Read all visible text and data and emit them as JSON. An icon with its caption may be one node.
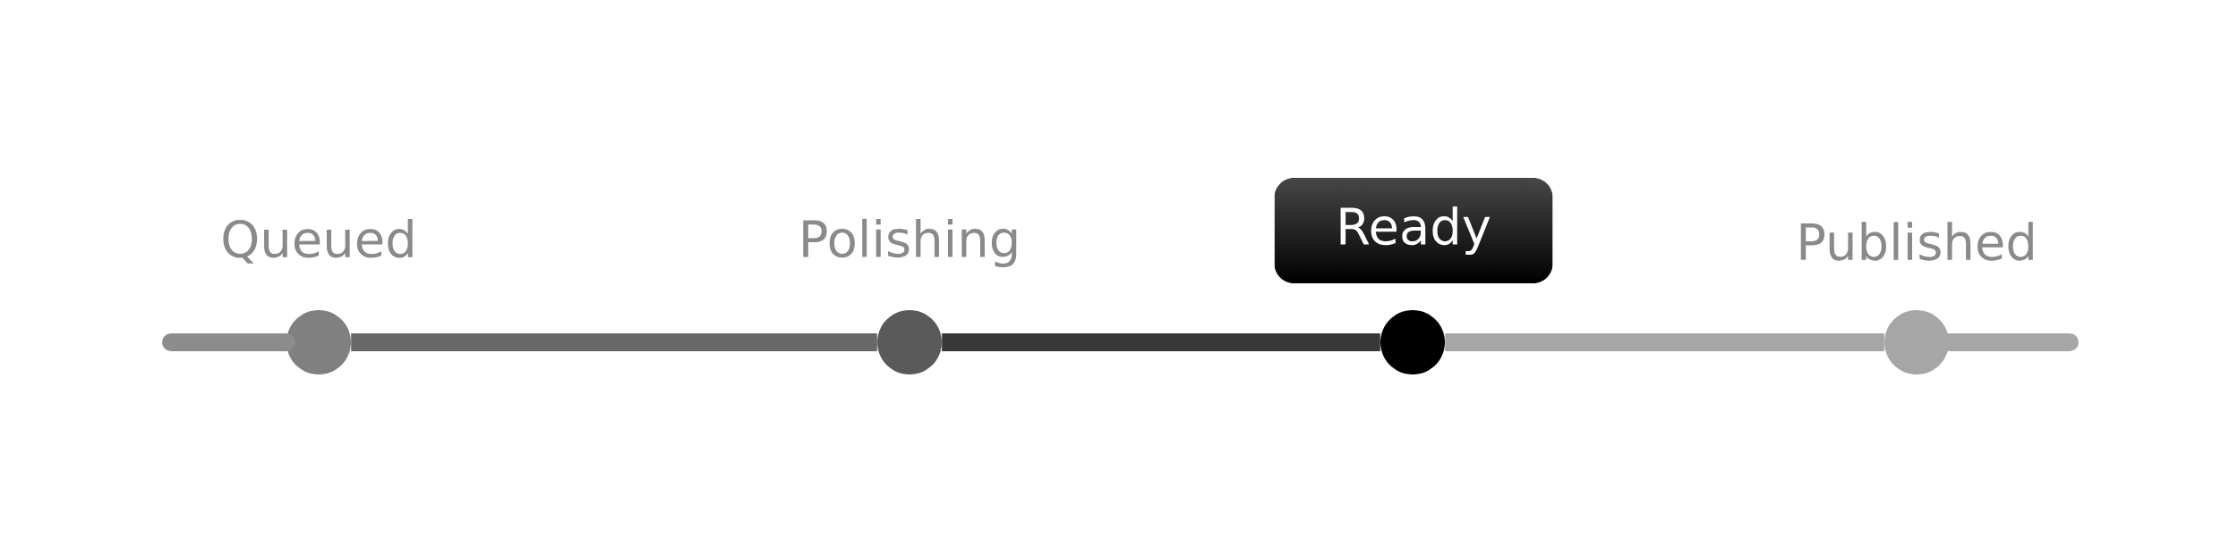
{
  "diagram": {
    "nodes": [
      {
        "text": [
          "Queued"
        ]
      },
      {
        "text": [
          "Polishing"
        ]
      },
      {
        "text": [
          "Ready"
        ]
      },
      {
        "text": [
          "Published"
        ]
      },
      {
        "text": [],
        "shape": "circle"
      },
      {
        "text": [],
        "shape": "circle"
      },
      {
        "text": [],
        "shape": "circle"
      },
      {
        "text": [],
        "shape": "circle"
      }
    ],
    "edges": [
      {
        "from": null,
        "to": 4,
        "arrow": "none",
        "color": "#8c8c8c"
      },
      {
        "from": 4,
        "to": 5,
        "arrow": "none",
        "color": "#686868"
      },
      {
        "from": 5,
        "to": 6,
        "arrow": "none",
        "color": "#383838"
      },
      {
        "from": 6,
        "to": 7,
        "arrow": "none",
        "color": "#a6a6a6"
      },
      {
        "from": 7,
        "to": null,
        "arrow": "none",
        "color": "#a6a6a6"
      }
    ]
  }
}
